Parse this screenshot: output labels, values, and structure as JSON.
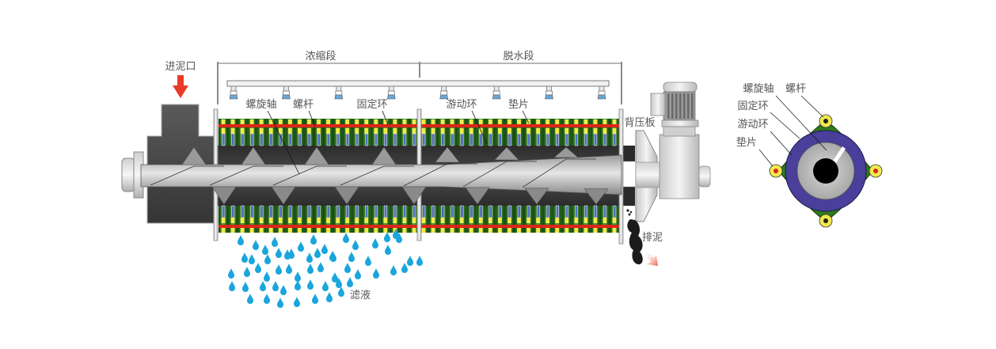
{
  "title": "叠螺式污泥脱水机结构示意图",
  "sections": {
    "thickening": "浓缩段",
    "dewatering": "脱水段"
  },
  "labels": {
    "inlet": "进泥口",
    "screw_shaft": "螺旋轴",
    "tie_rod": "螺杆",
    "fixed_ring": "固定环",
    "moving_ring": "游动环",
    "spacer": "垫片",
    "back_pressure_plate": "背压板",
    "sludge_discharge": "排泥",
    "filtrate": "滤液"
  },
  "cross_section": {
    "labels": [
      "螺旋轴",
      "螺杆",
      "固定环",
      "游动环",
      "垫片"
    ]
  },
  "colors": {
    "housing_dark": "#3a3a3a",
    "shaft_gray": "#b8b8b8",
    "ring_green": "#2e7d1e",
    "ring_yellow": "#f2e94e",
    "ring_blue": "#2f4fb0",
    "tie_rod_red": "#e02418",
    "moving_ring_purple": "#4a3f9a",
    "water_blue": "#1aa5dd",
    "inlet_arrow_red": "#e83a26",
    "discharge_arrow": "#ef6b5c"
  },
  "counts": {
    "spray_nozzles": 8,
    "ring_units": 42
  }
}
